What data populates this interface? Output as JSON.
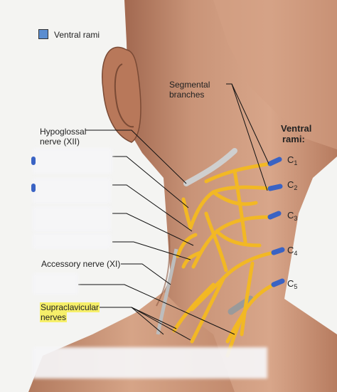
{
  "legend": {
    "label": "Ventral rami",
    "swatch_color": "#5b8dd0"
  },
  "labels": {
    "segmental": [
      "Segmental",
      "branches"
    ],
    "ventral_heading": [
      "Ventral",
      "rami:"
    ],
    "hypoglossal": [
      "Hypoglossal",
      "nerve (XII)"
    ],
    "accessory": "Accessory nerve (XI)",
    "supraclavicular": [
      "Supraclavicular",
      "nerves"
    ]
  },
  "rami": [
    {
      "letter": "C",
      "num": "1"
    },
    {
      "letter": "C",
      "num": "2"
    },
    {
      "letter": "C",
      "num": "3"
    },
    {
      "letter": "C",
      "num": "4"
    },
    {
      "letter": "C",
      "num": "5"
    }
  ],
  "colors": {
    "nerve": "#f2b824",
    "nerve_edge": "#c98a10",
    "ventral_ramus": "#3a63c4",
    "skin_light": "#d9a98d",
    "skin_mid": "#c48b6c",
    "skin_dark": "#8e5a42",
    "cut_nerve": "#bdbdbd"
  }
}
